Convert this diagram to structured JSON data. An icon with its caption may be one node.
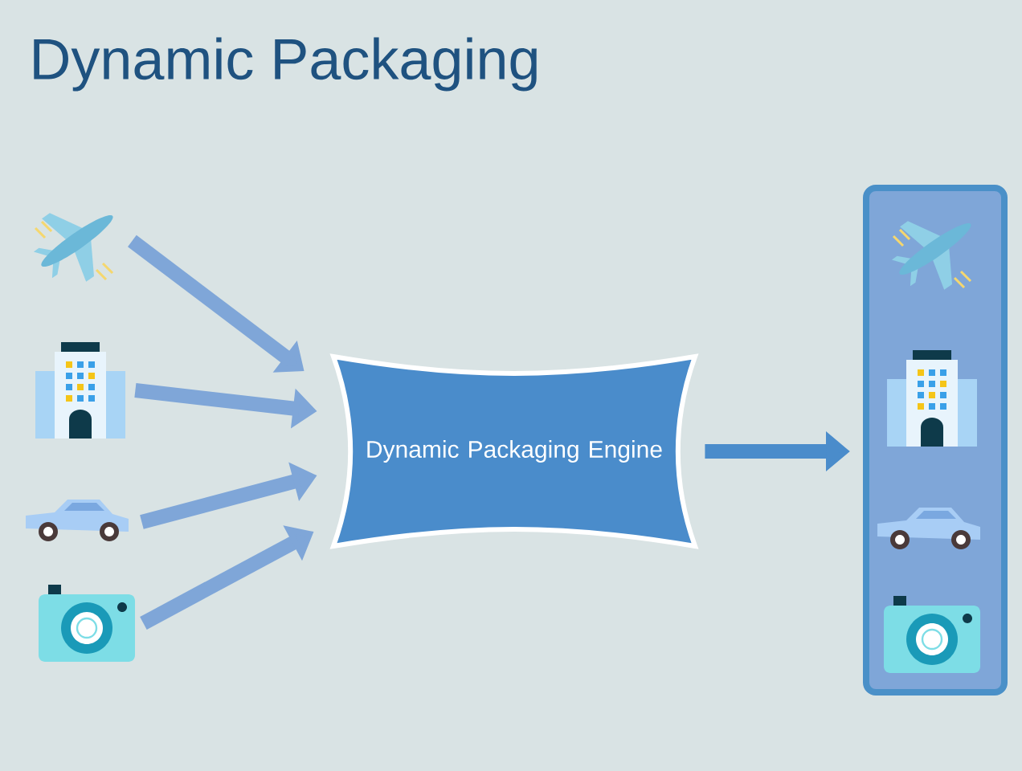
{
  "diagram": {
    "title": "Dynamic Packaging",
    "nodes": [
      {
        "text": [],
        "shape": "picture"
      },
      {
        "text": [],
        "shape": "picture"
      },
      {
        "text": [],
        "shape": "picture"
      },
      {
        "text": [],
        "shape": "picture"
      },
      {
        "text": [
          "Dynamic Packaging Engine"
        ]
      },
      {
        "text": [],
        "shape": "box"
      },
      {
        "text": [],
        "shape": "picture",
        "in": 5
      },
      {
        "text": [],
        "shape": "picture",
        "in": 5
      },
      {
        "text": [],
        "shape": "picture",
        "in": 5
      },
      {
        "text": [],
        "shape": "picture",
        "in": 5
      }
    ],
    "edges": [
      {
        "from": 0,
        "to": 4,
        "arrow": "to"
      },
      {
        "from": 1,
        "to": 4,
        "arrow": "to"
      },
      {
        "from": 2,
        "to": 4,
        "arrow": "to"
      },
      {
        "from": 3,
        "to": 4,
        "arrow": "to"
      },
      {
        "from": 4,
        "to": 5,
        "arrow": "to",
        "color": "#4a8ccb"
      }
    ]
  }
}
